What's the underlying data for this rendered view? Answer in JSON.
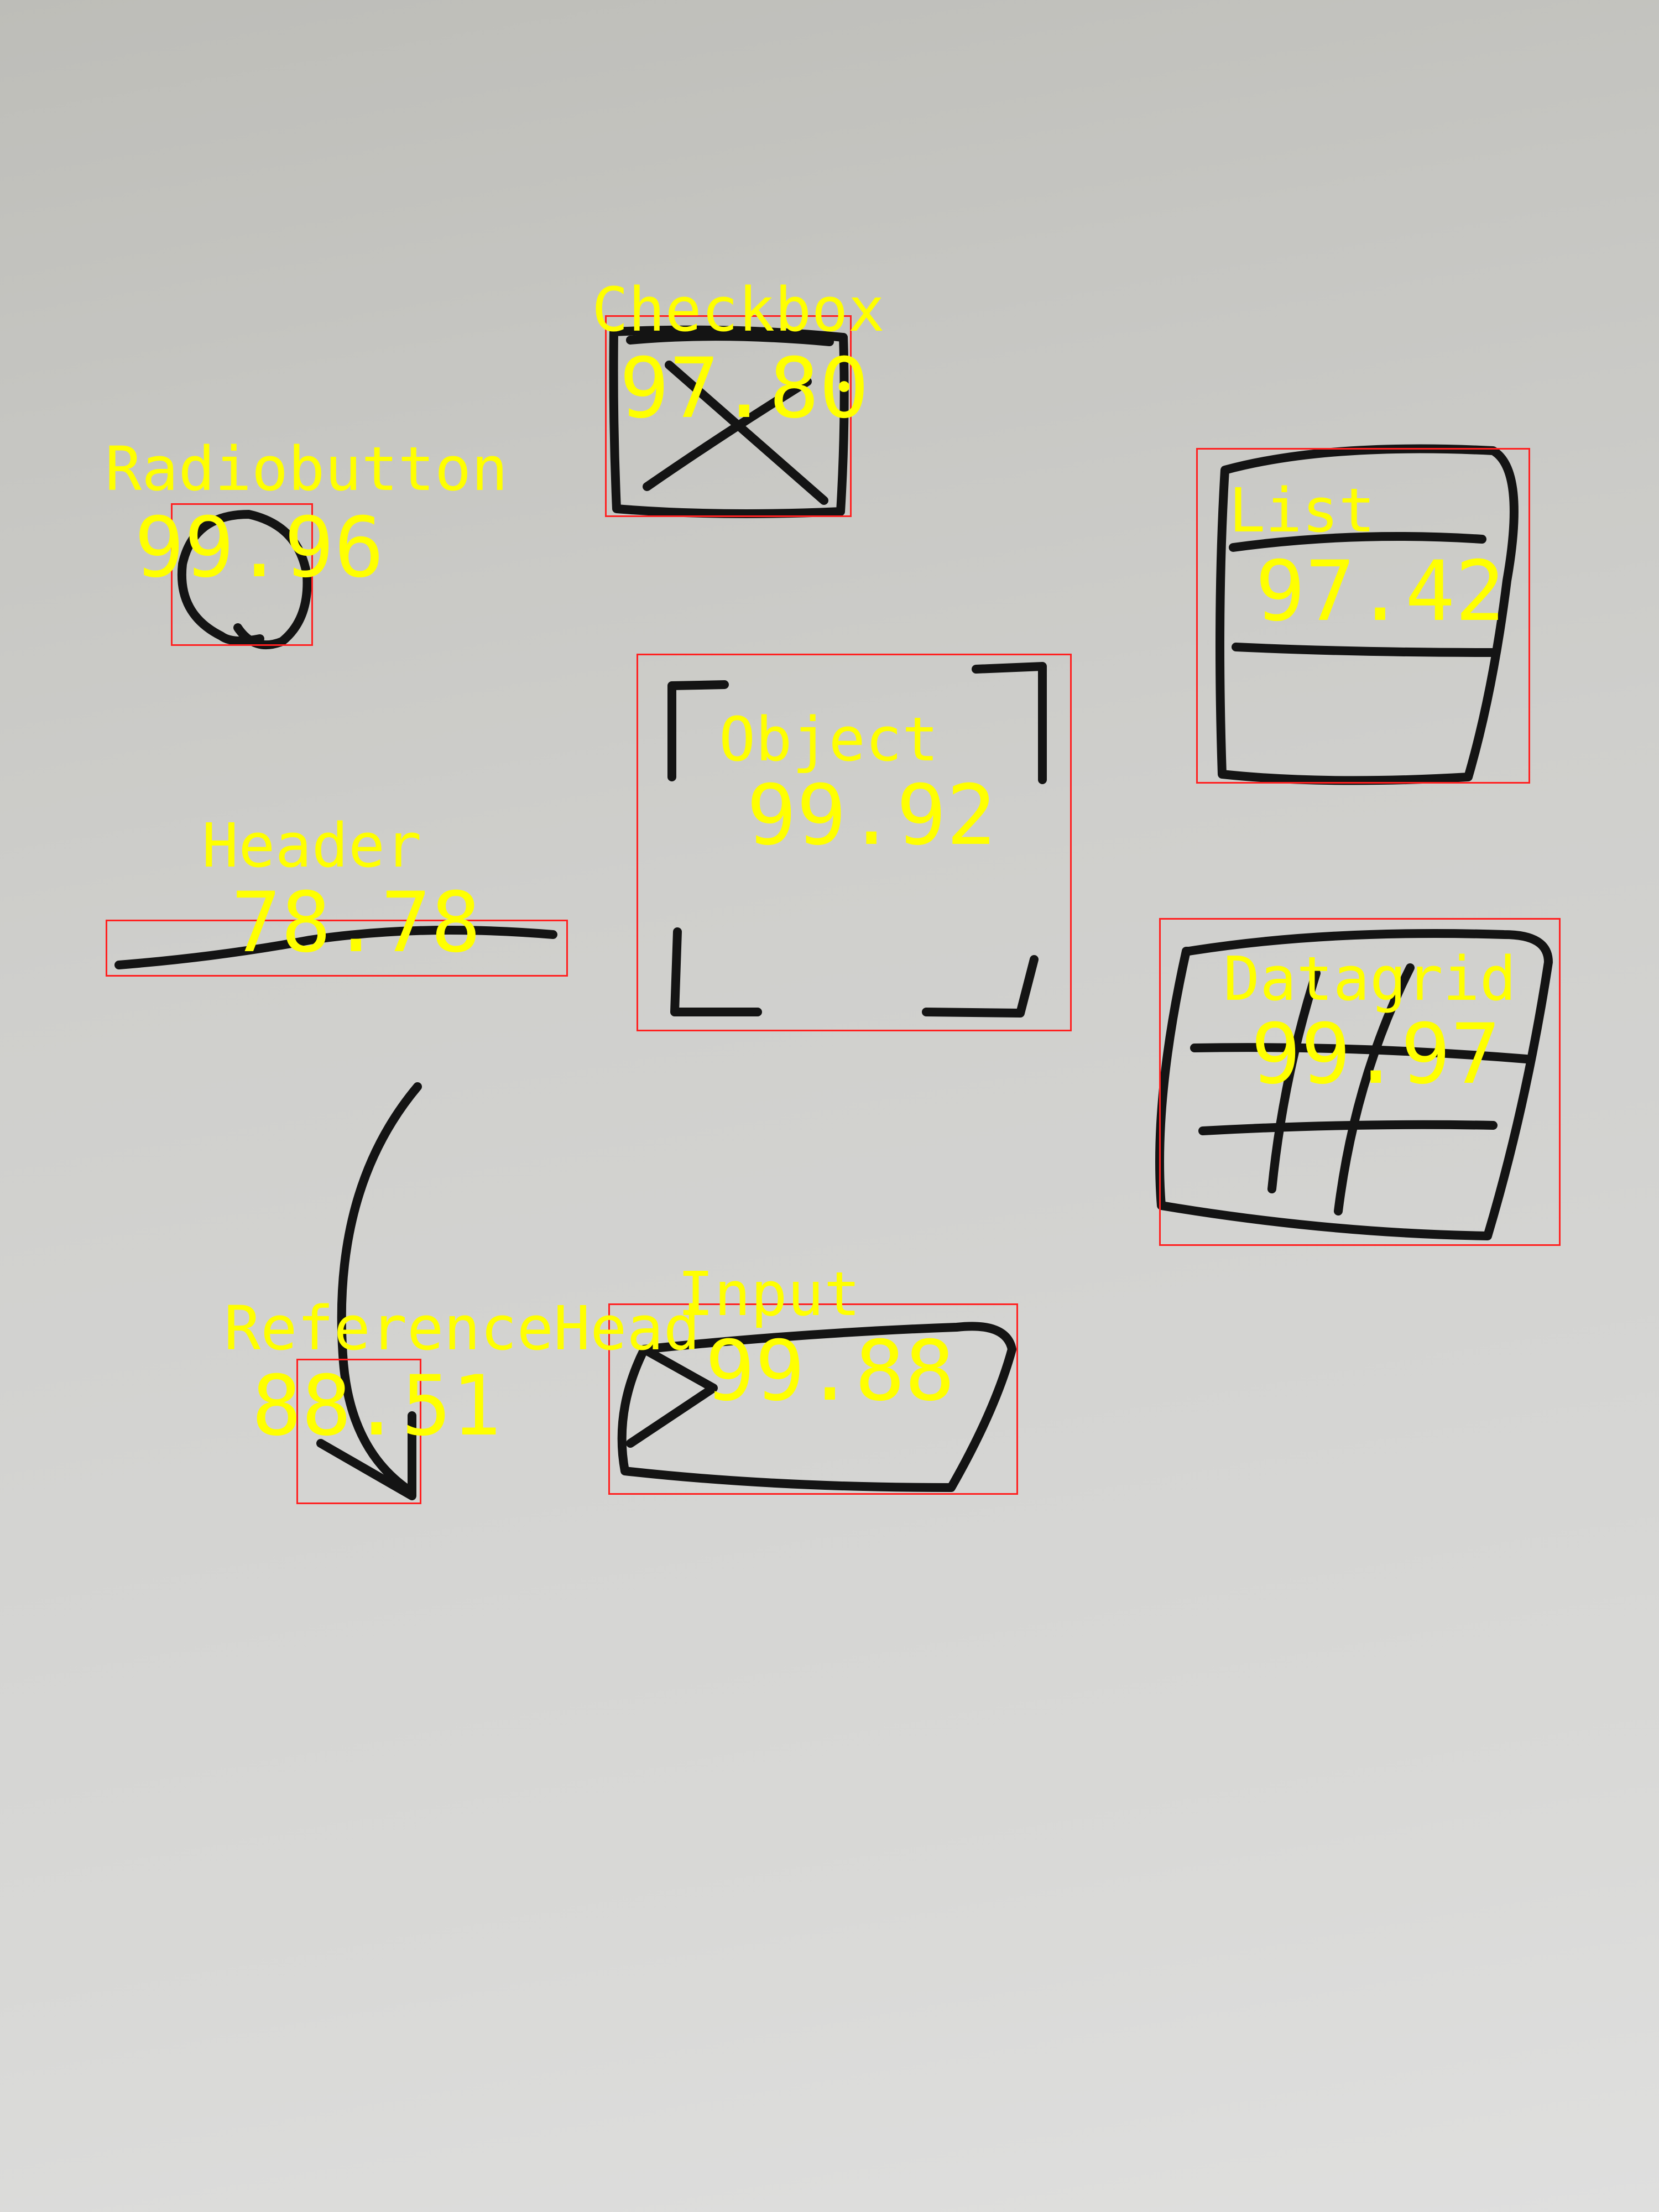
{
  "detections": [
    {
      "label": "Checkbox",
      "score": "97.80",
      "shape": "checkbox-sketch"
    },
    {
      "label": "Radiobutton",
      "score": "99.96",
      "shape": "radiobutton-sketch"
    },
    {
      "label": "List",
      "score": "97.42",
      "shape": "list-sketch"
    },
    {
      "label": "Object",
      "score": "99.92",
      "shape": "object-sketch"
    },
    {
      "label": "Header",
      "score": "78.78",
      "shape": "header-sketch"
    },
    {
      "label": "Datagrid",
      "score": "99.97",
      "shape": "datagrid-sketch"
    },
    {
      "label": "Input",
      "score": "99.88",
      "shape": "input-sketch"
    },
    {
      "label": "ReferenceHead",
      "score": "88.51",
      "shape": "arrow-sketch"
    }
  ],
  "colors": {
    "box": "#ff2020",
    "text": "#ffff00",
    "ink": "#141414",
    "board": "#cfcfcc"
  }
}
